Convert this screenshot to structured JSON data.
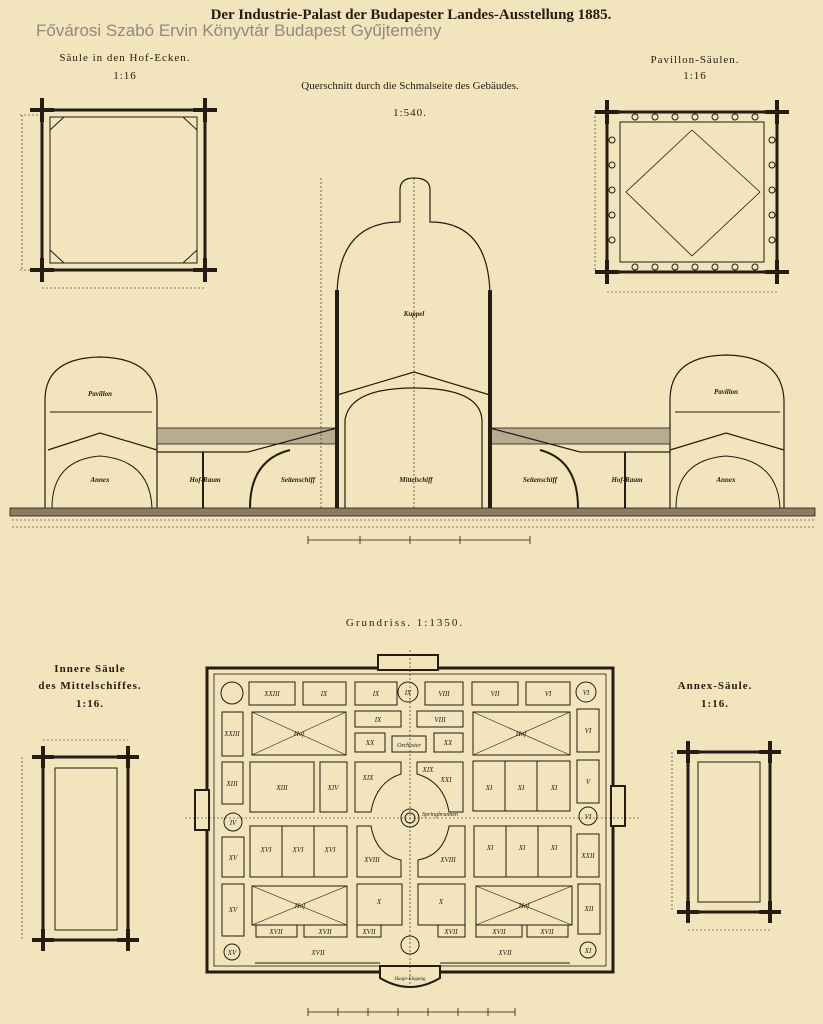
{
  "title": "Der Industrie-Palast der Budapester Landes-Ausstellung 1885.",
  "watermark": "Fővárosi Szabó Ervin Könyvtár Budapest Gyűjtemény",
  "hof_ecken": {
    "caption": "Säule in den Hof-Ecken.",
    "scale": "1:16"
  },
  "pavillon_saeulen": {
    "caption": "Pavillon-Säulen.",
    "scale": "1:16"
  },
  "querschnitt": {
    "caption": "Querschnitt durch die Schmalseite des Gebäudes.",
    "scale": "1:540.",
    "labels": {
      "kuppel": "Kuppel",
      "pavillon": "Pavillon",
      "annex": "Annex",
      "hofraum": "Hof-Raum",
      "seitenschiff": "Seitenschiff",
      "mittelschiff": "Mittelschiff"
    }
  },
  "grundriss": {
    "caption": "Grundriss. 1:1350.",
    "hof": "Hof",
    "orchester": "Orchester",
    "springbrunnen": "Springbrunnen",
    "eingang": "Haupt-Eingang",
    "rooms": [
      "XXIII",
      "IX",
      "IX",
      "IX",
      "VIII",
      "VII",
      "VI",
      "VI",
      "XXIII",
      "IX",
      "VIII",
      "XX",
      "XX",
      "VI",
      "XIII",
      "XIII",
      "XIV",
      "XIX",
      "XIX",
      "XXI",
      "XI",
      "XI",
      "XI",
      "V",
      "IV",
      "VI",
      "XV",
      "XVI",
      "XVI",
      "XVI",
      "XVIII",
      "XVIII",
      "XI",
      "XI",
      "XI",
      "XXII",
      "XV",
      "XVII",
      "XVII",
      "X",
      "XVII",
      "X",
      "XVII",
      "XVII",
      "XVII",
      "XII",
      "XV",
      "XVII",
      "XVII",
      "XI"
    ]
  },
  "innere_saeule": {
    "caption1": "Innere Säule",
    "caption2": "des Mittelschiffes.",
    "scale": "1:16."
  },
  "annex_saeule": {
    "caption": "Annex-Säule.",
    "scale": "1:16."
  }
}
